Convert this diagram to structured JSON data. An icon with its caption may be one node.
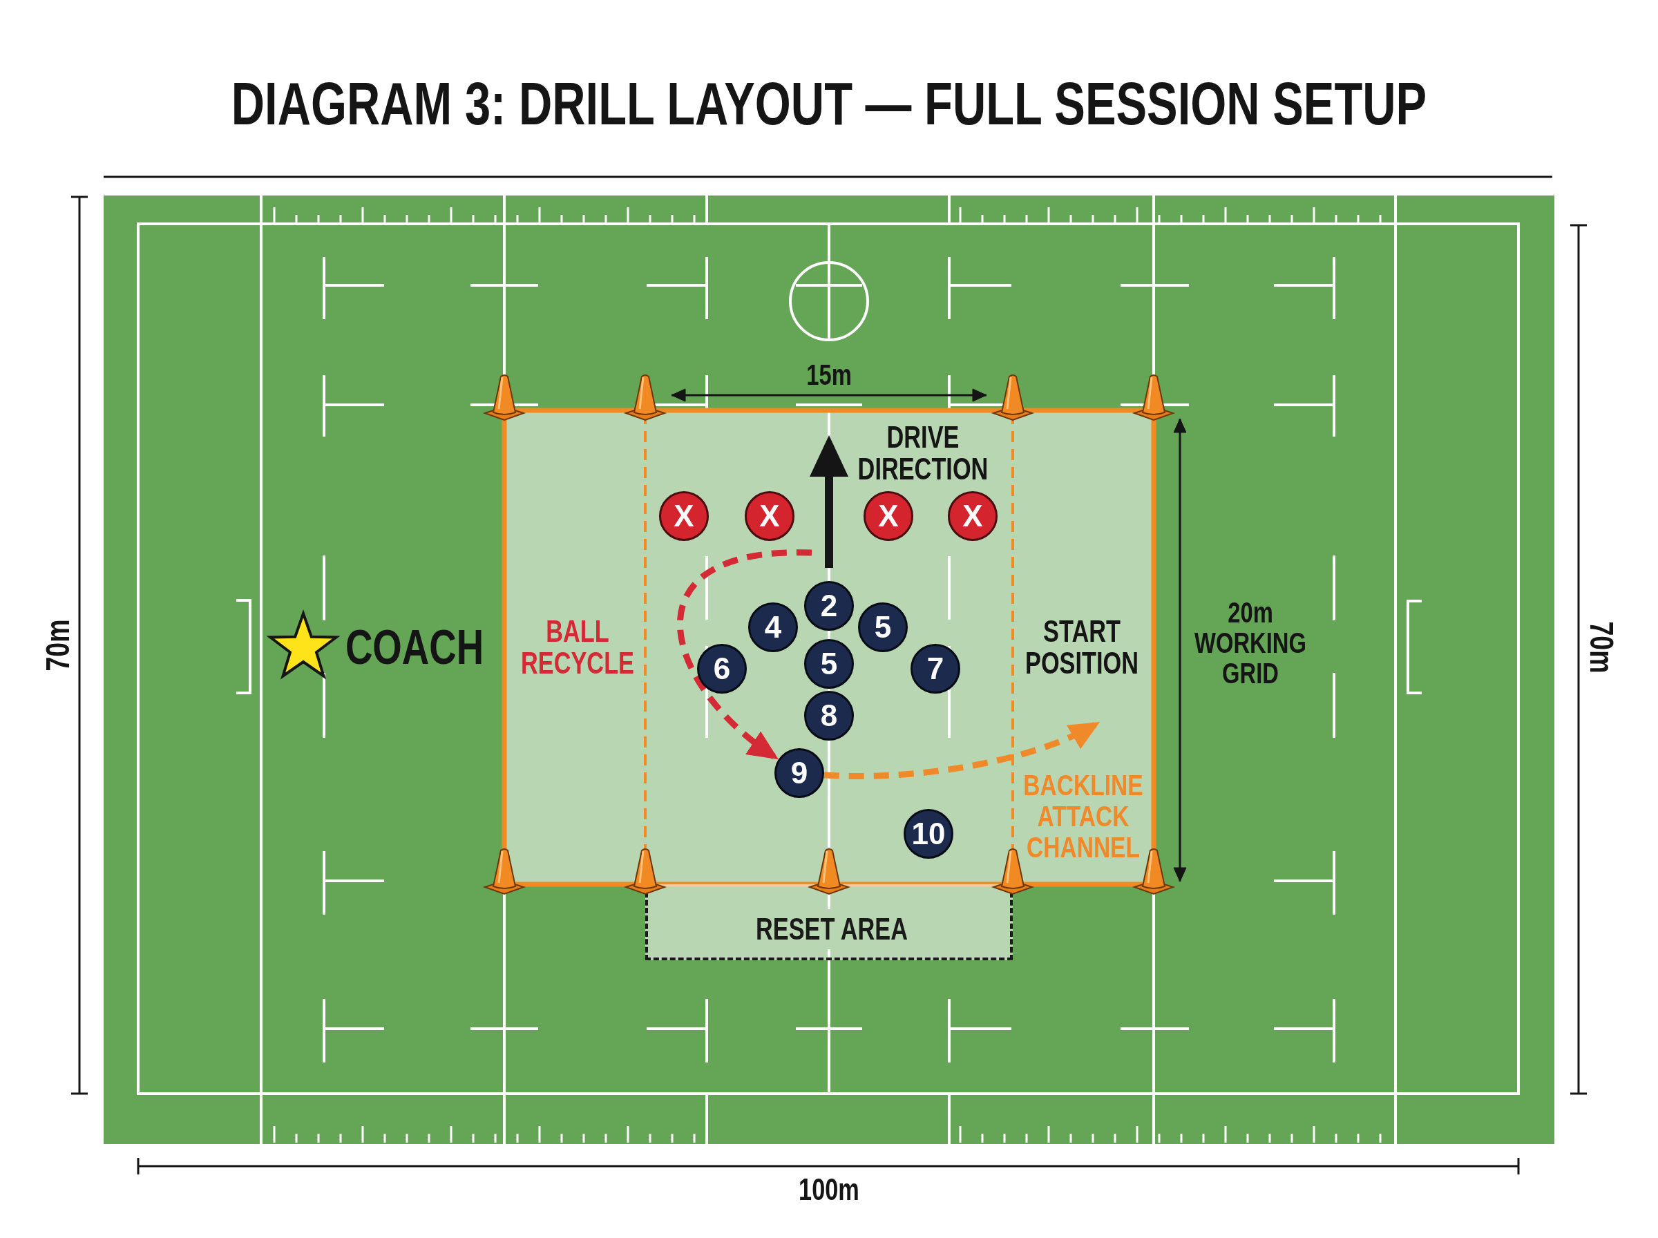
{
  "diagram": {
    "title": "DIAGRAM 3: DRILL LAYOUT — FULL SESSION SETUP",
    "nodes": [
      {
        "text": [
          "X"
        ]
      },
      {
        "text": [
          "X"
        ]
      },
      {
        "text": [
          "X"
        ]
      },
      {
        "text": [
          "X"
        ]
      },
      {
        "text": [
          "2"
        ]
      },
      {
        "text": [
          "4"
        ]
      },
      {
        "text": [
          "5"
        ]
      },
      {
        "text": [
          "6"
        ]
      },
      {
        "text": [
          "5"
        ]
      },
      {
        "text": [
          "7"
        ]
      },
      {
        "text": [
          "8"
        ]
      },
      {
        "text": [
          "9"
        ]
      },
      {
        "text": [
          "10"
        ]
      },
      {
        "text": [
          "RESET AREA"
        ]
      }
    ],
    "edges": [
      {
        "from": null,
        "to": 11,
        "arrow": "to",
        "style": "dashed",
        "color": "#d42a35"
      },
      {
        "from": 11,
        "to": null,
        "arrow": "to",
        "style": "dashed",
        "color": "#f0892a"
      }
    ],
    "labels": [
      "15m",
      "DRIVE DIRECTION",
      "70m",
      "COACH",
      "BALL RECYCLE",
      "START POSITION",
      "20m WORKING GRID",
      "70m",
      "BACKLINE ATTACK CHANNEL",
      "100m"
    ]
  }
}
